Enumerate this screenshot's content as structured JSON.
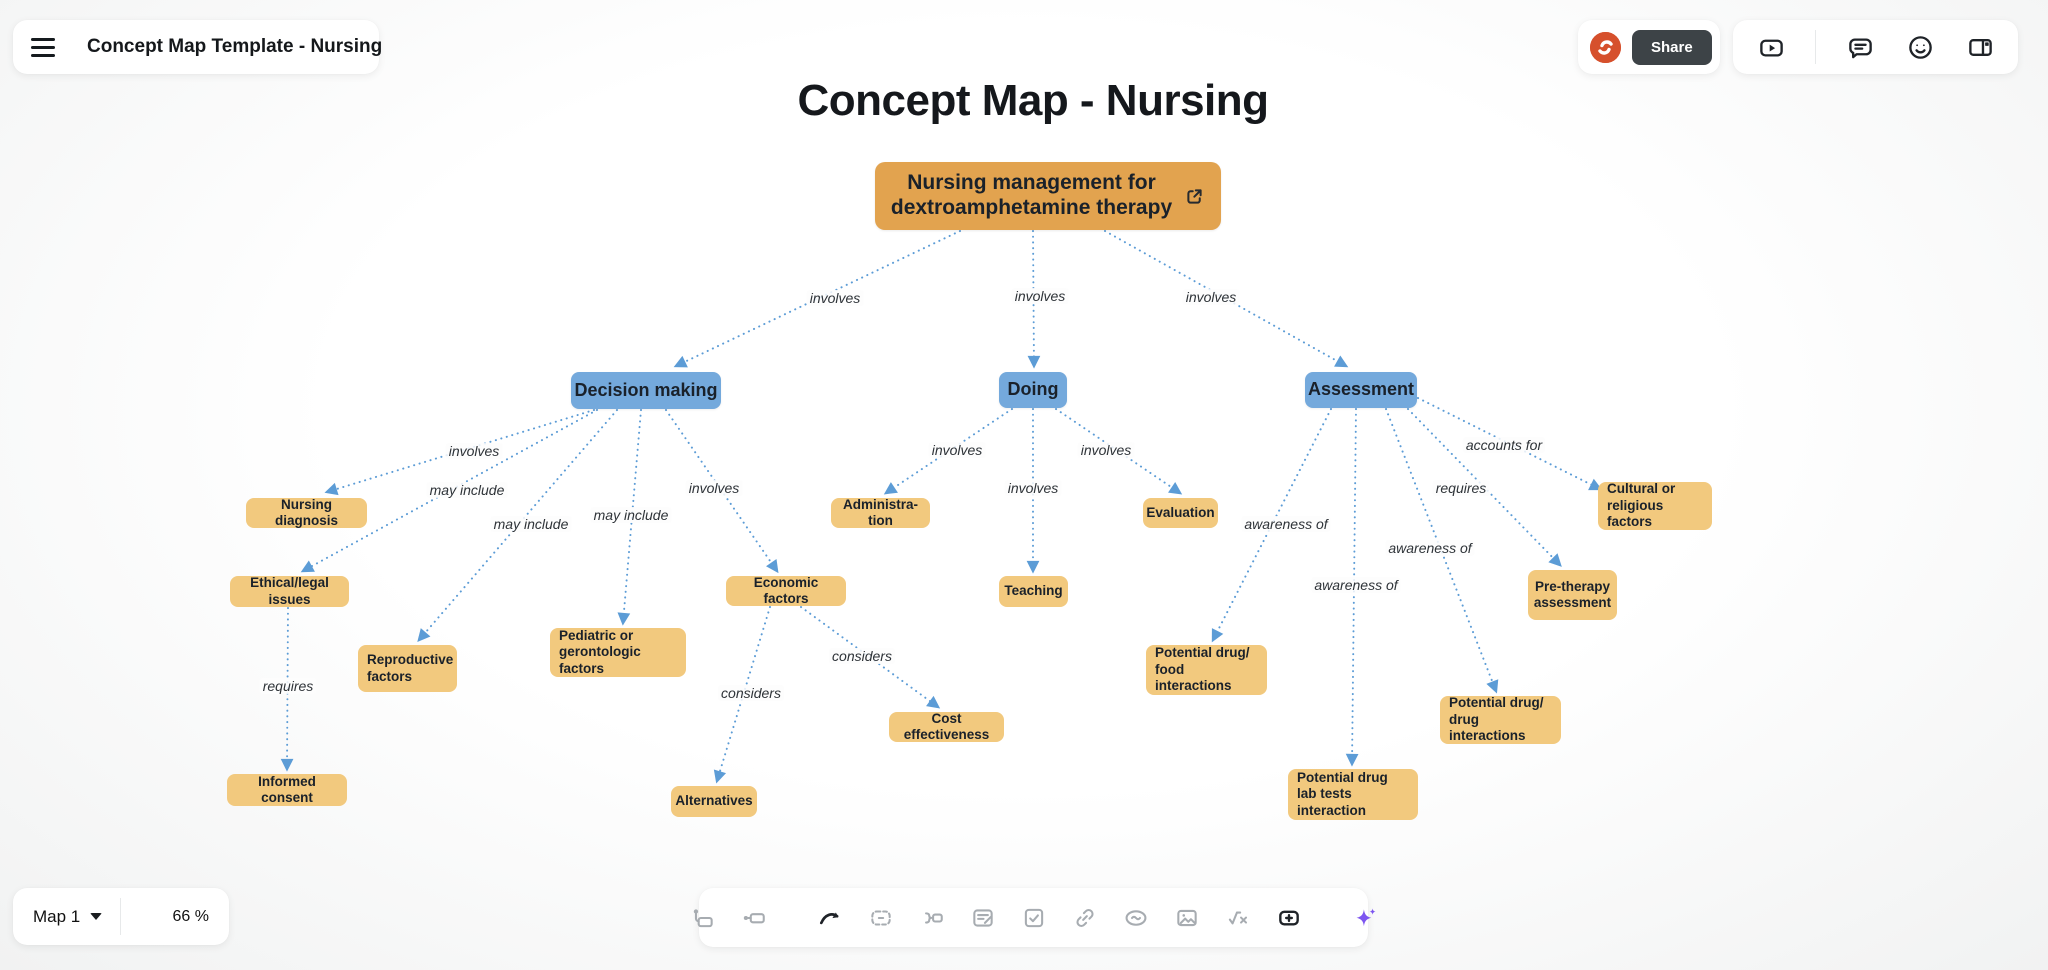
{
  "header": {
    "doc_title": "Concept Map Template - Nursing",
    "share_label": "Share",
    "right_icons": [
      "video-icon",
      "comments-icon",
      "emoji-reactions-icon",
      "panels-icon"
    ]
  },
  "canvas": {
    "title": "Concept Map - Nursing"
  },
  "map": {
    "nodes": [
      {
        "id": "root",
        "label": "Nursing management for\ndextroamphetamine therapy"
      },
      {
        "id": "decision-making",
        "label": "Decision making"
      },
      {
        "id": "doing",
        "label": "Doing"
      },
      {
        "id": "assessment",
        "label": "Assessment"
      },
      {
        "id": "nursing-diagnosis",
        "label": "Nursing diagnosis"
      },
      {
        "id": "ethical-legal-issues",
        "label": "Ethical/legal issues"
      },
      {
        "id": "reproductive-factors",
        "label": "Reproductive\nfactors"
      },
      {
        "id": "pediatric-gerontologic",
        "label": "Pediatric or\ngerontologic factors"
      },
      {
        "id": "economic-factors",
        "label": "Economic factors"
      },
      {
        "id": "administration",
        "label": "Administra-tion"
      },
      {
        "id": "teaching",
        "label": "Teaching"
      },
      {
        "id": "evaluation",
        "label": "Evaluation"
      },
      {
        "id": "cultural-religious",
        "label": "Cultural or\nreligious factors"
      },
      {
        "id": "pre-therapy-assessment",
        "label": "Pre-therapy\nassessment"
      },
      {
        "id": "drug-food-interactions",
        "label": "Potential drug/\nfood interactions"
      },
      {
        "id": "drug-drug-interactions",
        "label": "Potential drug/\ndrug interactions"
      },
      {
        "id": "drug-lab-interactions",
        "label": "Potential drug\nlab tests interaction"
      },
      {
        "id": "informed-consent",
        "label": "Informed consent"
      },
      {
        "id": "alternatives",
        "label": "Alternatives"
      },
      {
        "id": "cost-effectiveness",
        "label": "Cost effectiveness"
      }
    ],
    "edges": [
      {
        "from": "root",
        "to": "decision-making",
        "label": "involves"
      },
      {
        "from": "root",
        "to": "doing",
        "label": "involves"
      },
      {
        "from": "root",
        "to": "assessment",
        "label": "involves"
      },
      {
        "from": "decision-making",
        "to": "nursing-diagnosis",
        "label": "involves"
      },
      {
        "from": "decision-making",
        "to": "ethical-legal-issues",
        "label": "may include"
      },
      {
        "from": "decision-making",
        "to": "reproductive-factors",
        "label": "may include"
      },
      {
        "from": "decision-making",
        "to": "pediatric-gerontologic",
        "label": "may include"
      },
      {
        "from": "decision-making",
        "to": "economic-factors",
        "label": "involves"
      },
      {
        "from": "doing",
        "to": "administration",
        "label": "involves"
      },
      {
        "from": "doing",
        "to": "teaching",
        "label": "involves"
      },
      {
        "from": "doing",
        "to": "evaluation",
        "label": "involves"
      },
      {
        "from": "assessment",
        "to": "cultural-religious",
        "label": "accounts for"
      },
      {
        "from": "assessment",
        "to": "pre-therapy-assessment",
        "label": "requires"
      },
      {
        "from": "assessment",
        "to": "drug-food-interactions",
        "label": "awareness of"
      },
      {
        "from": "assessment",
        "to": "drug-drug-interactions",
        "label": "awareness of"
      },
      {
        "from": "assessment",
        "to": "drug-lab-interactions",
        "label": "awareness of"
      },
      {
        "from": "ethical-legal-issues",
        "to": "informed-consent",
        "label": "requires"
      },
      {
        "from": "economic-factors",
        "to": "alternatives",
        "label": "considers"
      },
      {
        "from": "economic-factors",
        "to": "cost-effectiveness",
        "label": "considers"
      }
    ]
  },
  "footer": {
    "map_selector_label": "Map 1",
    "zoom_level": "66 %",
    "toolbar_icons": [
      "add-child-topic",
      "add-sibling-topic",
      "draw-connection",
      "boundary",
      "summary",
      "note",
      "task",
      "link",
      "relationship",
      "image",
      "formula",
      "floating-topic",
      "ai-assistant"
    ]
  },
  "colors": {
    "root_node": "#e2a34f",
    "branch_node": "#74a9dc",
    "leaf_node": "#f2c97e",
    "edge": "#5c9cd6",
    "share_button": "#3d4347",
    "brand_avatar": "#d6502c",
    "ai_sparkle": "#7d55f0"
  }
}
